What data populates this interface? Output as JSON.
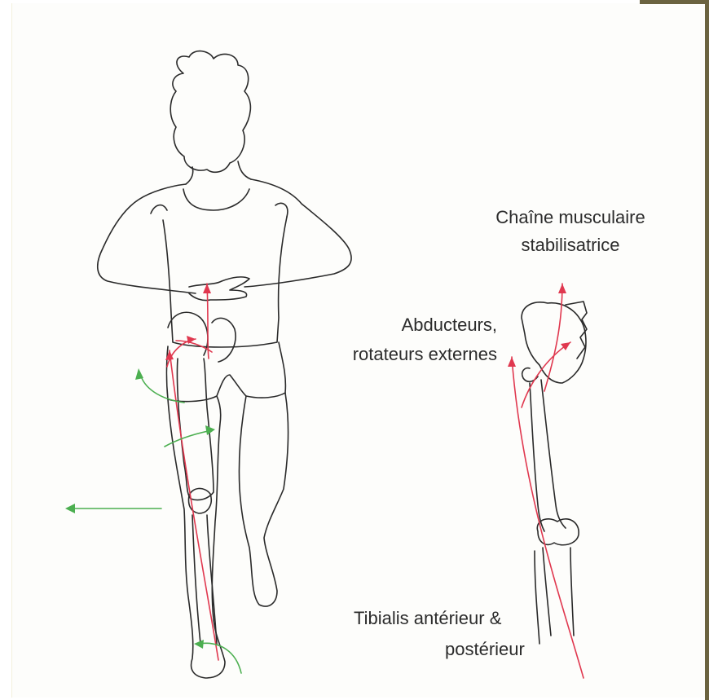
{
  "colors": {
    "line": "#2a2a2a",
    "red_arrow": "#e0384f",
    "green_arrow": "#4caf50",
    "frame": "#6b6340"
  },
  "labels": {
    "chain_line1": "Chaîne musculaire",
    "chain_line2": "stabilisatrice",
    "abductors_line1": "Abducteurs,",
    "abductors_line2": "rotateurs externes",
    "tibialis_line1": "Tibialis antérieur &",
    "tibialis_line2": "postérieur"
  }
}
